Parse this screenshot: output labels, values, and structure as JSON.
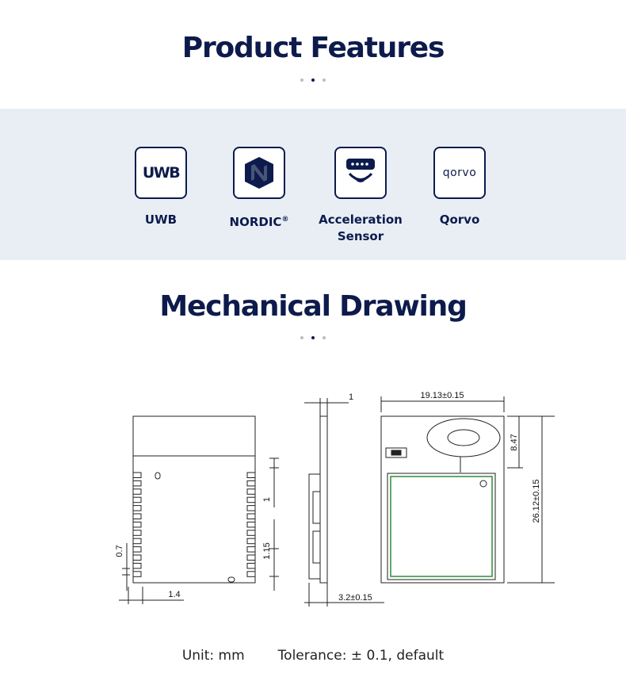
{
  "features_section": {
    "title": "Product Features",
    "items": [
      {
        "label": "UWB",
        "icon": "uwb-logo-icon",
        "icon_text": "UWB"
      },
      {
        "label": "NORDIC",
        "label_sup": "®",
        "icon": "nordic-logo-icon"
      },
      {
        "label": "Acceleration\nSensor",
        "icon": "acceleration-sensor-icon"
      },
      {
        "label": "Qorvo",
        "icon": "qorvo-logo-icon",
        "icon_text": "qorvo"
      }
    ]
  },
  "drawing_section": {
    "title": "Mechanical Drawing",
    "dimensions": {
      "pad_pitch": "1",
      "pad_height": "1.15",
      "pad_width": "0.7",
      "edge_offset": "1.4",
      "pcb_thickness": "1",
      "module_thickness": "3.2±0.15",
      "width": "19.13±0.15",
      "antenna_length": "8.47",
      "height": "26.12±0.15"
    }
  },
  "footer": {
    "unit": "Unit: mm",
    "tolerance": "Tolerance: ± 0.1, default"
  },
  "colors": {
    "navy": "#0d1b4c",
    "band": "#e9eef5",
    "shield_outline": "#2e8b3a"
  }
}
